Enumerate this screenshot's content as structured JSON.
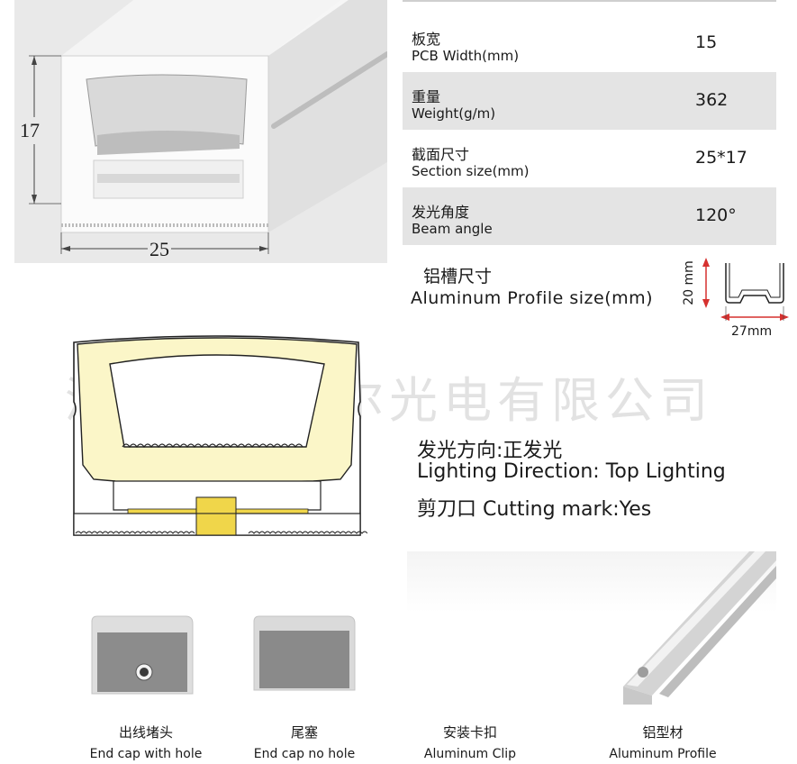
{
  "render": {
    "height_label": "17",
    "width_label": "25"
  },
  "specs": [
    {
      "label_cn": "板宽",
      "label_en": "PCB Width(mm)",
      "value": "15"
    },
    {
      "label_cn": "重量",
      "label_en": "Weight(g/m)",
      "value": "362"
    },
    {
      "label_cn": "截面尺寸",
      "label_en": "Section size(mm)",
      "value": "25*17"
    },
    {
      "label_cn": "发光角度",
      "label_en": "Beam angle",
      "value": "120°"
    }
  ],
  "aluminum": {
    "label_cn": "铝槽尺寸",
    "label_en": "Aluminum Profile size(mm)",
    "height_label": "20 mm",
    "width_label": "27mm"
  },
  "watermark": "深圳市雷格尔光电有限公司",
  "features": {
    "direction": "发光方向:正发光",
    "direction_en": "Lighting Direction: Top Lighting",
    "cutting": "剪刀口 Cutting mark:Yes"
  },
  "accessories": [
    {
      "label_cn": "出线堵头",
      "label_en": "End cap with hole"
    },
    {
      "label_cn": "尾塞",
      "label_en": "End cap no hole"
    },
    {
      "label_cn": "安装卡扣",
      "label_en": "Aluminum Clip"
    },
    {
      "label_cn": "铝型材",
      "label_en": "Aluminum Profile"
    }
  ],
  "colors": {
    "glow": "#fbf6c8",
    "led": "#f0d64a",
    "arrow_red": "#d6312f",
    "row_shade": "#e4e4e4"
  }
}
